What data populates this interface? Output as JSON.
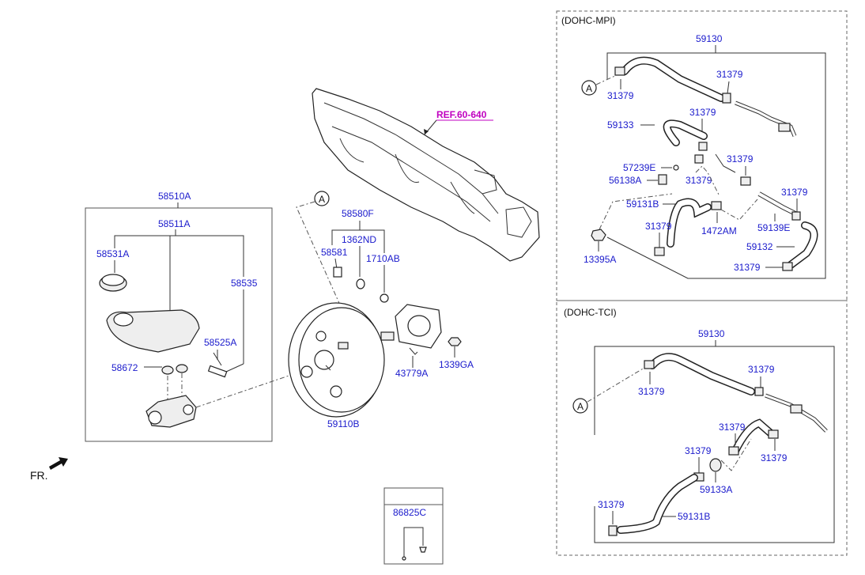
{
  "section_titles": {
    "mpi": "(DOHC-MPI)",
    "tci": "(DOHC-TCI)"
  },
  "reference": "REF.60-640",
  "direction": "FR.",
  "circle_label": "A",
  "labels": {
    "l58510A": "58510A",
    "l58511A": "58511A",
    "l58531A": "58531A",
    "l58535": "58535",
    "l58525A": "58525A",
    "l58672": "58672",
    "l58580F": "58580F",
    "l1362ND": "1362ND",
    "l58581": "58581",
    "l1710AB": "1710AB",
    "l43779A": "43779A",
    "l1339GA": "1339GA",
    "l59110B": "59110B",
    "l86825C": "86825C",
    "mpi_59130": "59130",
    "mpi_31379_a": "31379",
    "mpi_31379_b": "31379",
    "mpi_31379_c": "31379",
    "mpi_59133": "59133",
    "mpi_31379_d": "31379",
    "mpi_57239E": "57239E",
    "mpi_56138A": "56138A",
    "mpi_31379_e": "31379",
    "mpi_31379_f": "31379",
    "mpi_59131B": "59131B",
    "mpi_59139E": "59139E",
    "mpi_31379_g": "31379",
    "mpi_1472AM": "1472AM",
    "mpi_59132": "59132",
    "mpi_13395A": "13395A",
    "mpi_31379_h": "31379",
    "tci_59130": "59130",
    "tci_31379_a": "31379",
    "tci_31379_b": "31379",
    "tci_31379_c": "31379",
    "tci_31379_d": "31379",
    "tci_31379_e": "31379",
    "tci_59133A": "59133A",
    "tci_31379_f": "31379",
    "tci_59131B": "59131B"
  }
}
